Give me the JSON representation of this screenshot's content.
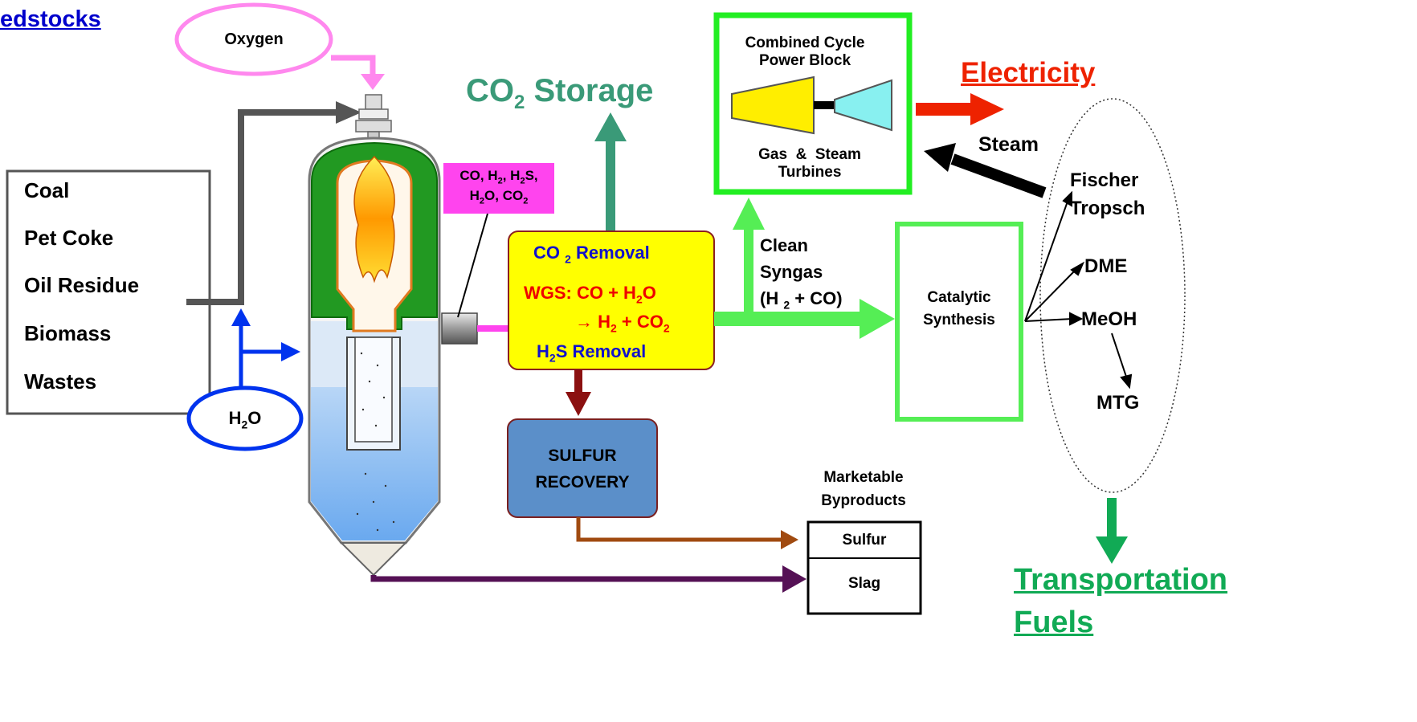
{
  "feedstocks": {
    "heading": "edstocks",
    "items": [
      "Coal",
      "Pet Coke",
      "Oil Residue",
      "Biomass",
      "Wastes"
    ]
  },
  "oxygen": "Oxygen",
  "water": {
    "main": "H",
    "sub": "2",
    "tail": "O"
  },
  "co2_storage": {
    "main": "CO",
    "sub": "2",
    "tail": " Storage"
  },
  "gas_label": {
    "line1": [
      "CO, H",
      "2",
      ", H",
      "2",
      "S,"
    ],
    "line2": [
      "H",
      "2",
      "O, CO",
      "2"
    ]
  },
  "cleanup": {
    "co2_removal": [
      "CO ",
      "2",
      " Removal"
    ],
    "wgs_line1": [
      "WGS: CO + H",
      "2",
      "O"
    ],
    "wgs_line2": [
      "→ H",
      "2",
      " + CO",
      "2"
    ],
    "h2s_removal": [
      "H",
      "2",
      "S Removal"
    ]
  },
  "sulfur_recovery": {
    "line1": "SULFUR",
    "line2": "RECOVERY"
  },
  "power_block": {
    "title1": "Combined Cycle",
    "title2": "Power Block",
    "sub1": "Gas  &  Steam",
    "sub2": "Turbines"
  },
  "electricity": "Electricity",
  "steam": "Steam",
  "clean_syngas": {
    "line1": "Clean",
    "line2": "Syngas",
    "line3": [
      "(H ",
      "2",
      " + CO)"
    ]
  },
  "catalytic": {
    "line1": "Catalytic",
    "line2": "Synthesis"
  },
  "products": {
    "fischer_tropsch_1": "Fischer",
    "fischer_tropsch_2": "Tropsch",
    "dme": "DME",
    "meoh": "MeOH",
    "mtg": "MTG"
  },
  "byproducts": {
    "title1": "Marketable",
    "title2": "Byproducts",
    "sulfur": "Sulfur",
    "slag": "Slag"
  },
  "transportation": {
    "line1": "Transportation",
    "line2": "Fuels"
  },
  "colors": {
    "feedstock_link": "#0000cc",
    "oxygen": "#ff88ee",
    "water": "#0033ee",
    "co2_storage": "#3a9a78",
    "gas_box": "#ff44ee",
    "cleanup_box": "#ffff00",
    "sulfur_box": "#5b8fc9",
    "power_block": "#22ee22",
    "electricity": "#ee2200",
    "syngas": "#55ee55",
    "transportation": "#11aa55",
    "wgs_text": "#ee0000",
    "removal_text": "#1111cc",
    "gasifier_shell": "#229922",
    "slag_line": "#551155",
    "sulfur_line": "#a04a10"
  }
}
